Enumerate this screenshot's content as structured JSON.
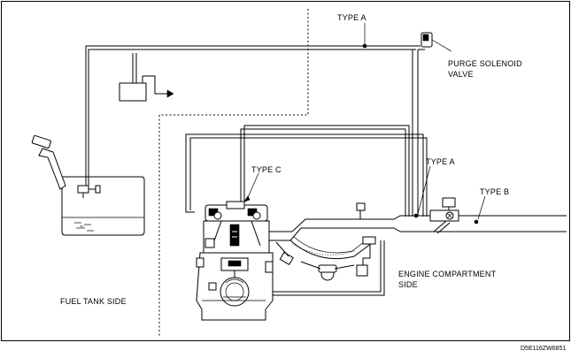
{
  "labels": {
    "type_a_top": "TYPE A",
    "purge_valve_line1": "PURGE SOLENOID",
    "purge_valve_line2": "VALVE",
    "type_c": "TYPE C",
    "type_a_right": "TYPE A",
    "type_b": "TYPE B",
    "engine_side_line1": "ENGINE COMPARTMENT",
    "engine_side_line2": "SIDE",
    "fuel_tank_side": "FUEL TANK SIDE",
    "figure_code": "D5E116ZW6851"
  }
}
